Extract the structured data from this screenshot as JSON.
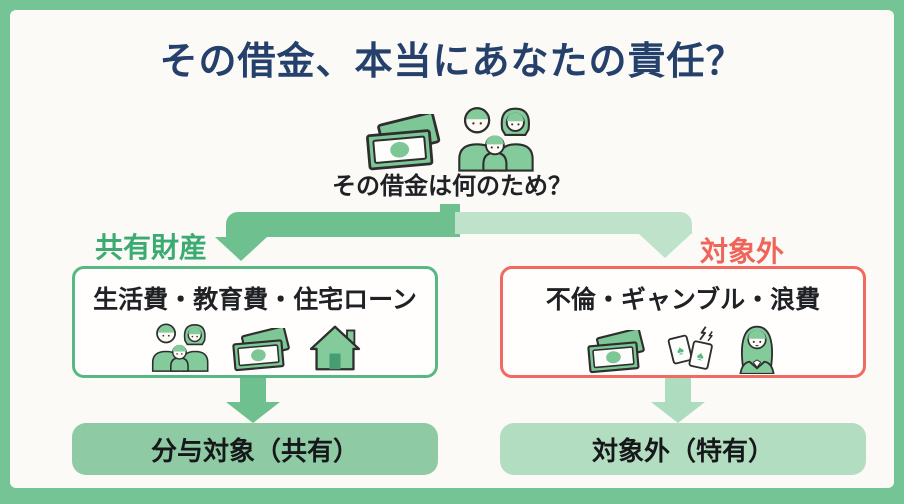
{
  "header": {
    "title": "その借金、本当にあなたの責任？",
    "question": "その借金は何のため？",
    "top_icons": [
      "money-icon",
      "family-icon"
    ]
  },
  "branches": {
    "left": {
      "label": "共有財産",
      "box_title": "生活費・教育費・住宅ローン",
      "box_icons": [
        "family-icon",
        "money-icon",
        "house-icon"
      ],
      "result": "分与対象（共有）",
      "accent_color": "#3cab72",
      "box_border_color": "#57b883",
      "result_fill_color": "#8ecba4",
      "arrow_color": "#6fc08f"
    },
    "right": {
      "label": "対象外",
      "box_title": "不倫・ギャンブル・浪費",
      "box_icons": [
        "money-icon",
        "playing-cards-icon",
        "woman-icon"
      ],
      "result": "対象外（特有）",
      "accent_color": "#f0655b",
      "box_border_color": "#f2695f",
      "result_fill_color": "#b2ddc1",
      "arrow_color": "#aedcbf"
    }
  },
  "colors": {
    "frame_green": "#74c496",
    "panel_background": "#fbfaf7",
    "title_navy": "#24406b",
    "text_dark": "#1f2125",
    "icon_green": "#84cb9c",
    "icon_outline": "#2e2e2e"
  }
}
